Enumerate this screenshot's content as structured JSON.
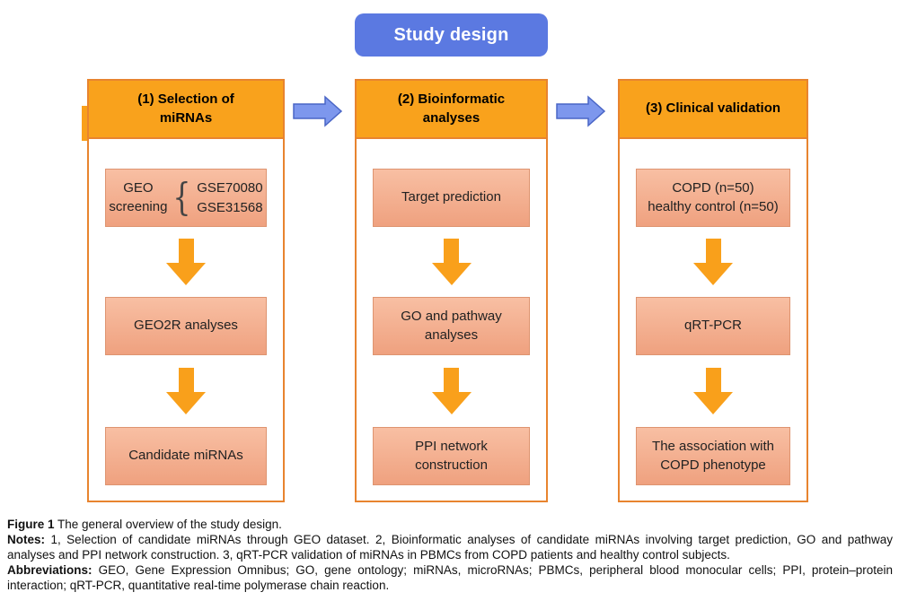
{
  "title": "Study design",
  "columns": [
    {
      "header": "(1) Selection of\nmiRNAs",
      "geo_box": {
        "label": "GEO\nscreening",
        "brace": "{",
        "datasets": [
          "GSE70080",
          "GSE31568"
        ]
      },
      "steps": [
        "GEO2R analyses",
        "Candidate miRNAs"
      ]
    },
    {
      "header": "(2) Bioinformatic\nanalyses",
      "steps": [
        "Target prediction",
        "GO and pathway\nanalyses",
        "PPI network\nconstruction"
      ]
    },
    {
      "header": "(3) Clinical validation",
      "steps": [
        "COPD (n=50)\nhealthy control (n=50)",
        "qRT-PCR",
        "The association with\nCOPD phenotype"
      ]
    }
  ],
  "caption": {
    "figure_label": "Figure 1",
    "figure_text": "The general overview of the study design.",
    "notes_label": "Notes:",
    "notes_text": "1, Selection of candidate miRNAs through GEO dataset. 2, Bioinformatic analyses of candidate miRNAs involving target prediction, GO and pathway analyses and PPI network construction. 3, qRT-PCR validation of miRNAs in PBMCs from COPD patients and healthy control subjects.",
    "abbr_label": "Abbreviations:",
    "abbr_text": "GEO, Gene Expression Omnibus; GO, gene ontology; miRNAs, microRNAs; PBMCs, peripheral blood monocular cells; PPI, protein–protein interaction; qRT-PCR, quantitative real-time polymerase chain reaction."
  },
  "colors": {
    "title_blue": "#5b79e1",
    "header_orange": "#f9a21c",
    "column_border_orange": "#e8842f",
    "box_fill_top": "#f8bfa3",
    "box_fill_bottom": "#efa17f",
    "box_border": "#de9470",
    "arrow_orange": "#f9a01b",
    "flow_arrow_fill": "#7d97ed",
    "flow_arrow_stroke": "#4a66c6"
  }
}
